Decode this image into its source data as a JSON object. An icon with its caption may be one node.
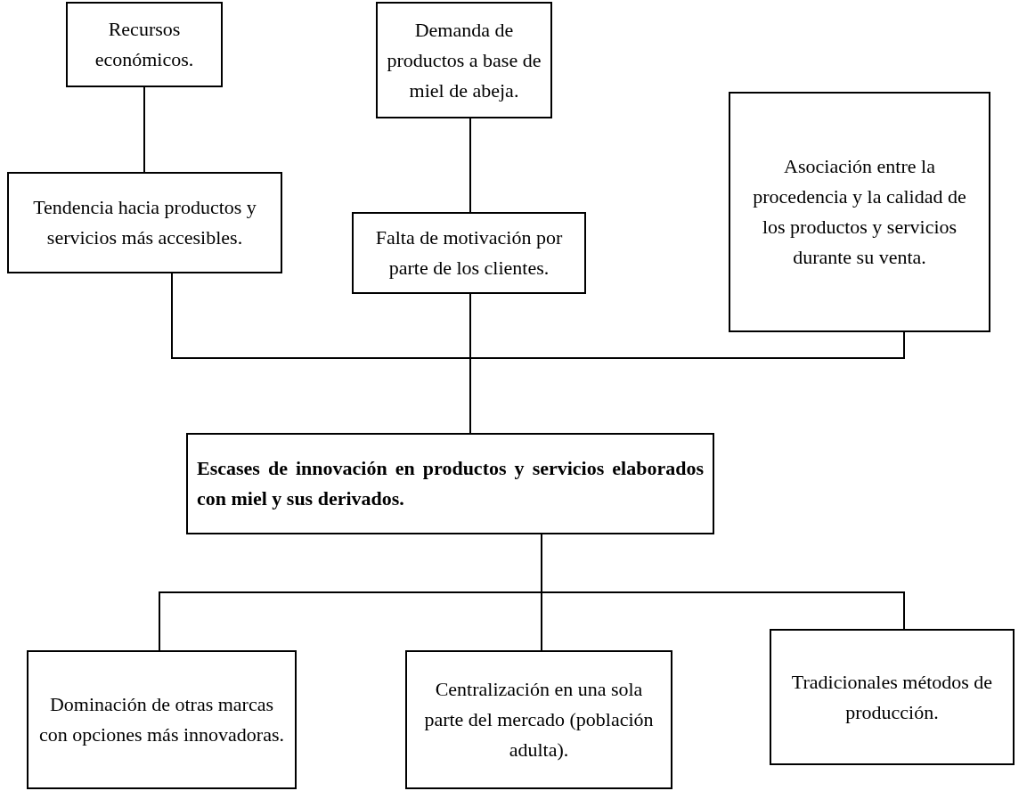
{
  "diagram": {
    "nodes": [
      {
        "text": [
          "Recursos económicos."
        ]
      },
      {
        "text": [
          "Tendencia hacia productos y servicios más accesibles."
        ]
      },
      {
        "text": [
          "Demanda de productos a base de miel de abeja."
        ]
      },
      {
        "text": [
          "Falta de motivación por parte de los clientes."
        ]
      },
      {
        "text": [
          "Asociación entre la procedencia y la calidad de los productos y servicios durante su venta."
        ]
      },
      {
        "text": [
          "Escases de innovación en productos y servicios elaborados con miel y sus derivados."
        ]
      },
      {
        "text": [
          "Dominación de otras marcas con opciones más innovadoras."
        ]
      },
      {
        "text": [
          "Centralización en una sola parte del mercado (población adulta)."
        ]
      },
      {
        "text": [
          "Tradicionales métodos de producción."
        ]
      }
    ],
    "edges": [
      {
        "from": 0,
        "to": 1,
        "arrow": "none"
      },
      {
        "from": 2,
        "to": 3,
        "arrow": "none"
      },
      {
        "from": 1,
        "to": 5,
        "arrow": "none"
      },
      {
        "from": 3,
        "to": 5,
        "arrow": "none"
      },
      {
        "from": 4,
        "to": 5,
        "arrow": "none"
      },
      {
        "from": 5,
        "to": 6,
        "arrow": "none"
      },
      {
        "from": 5,
        "to": 7,
        "arrow": "none"
      },
      {
        "from": 5,
        "to": 8,
        "arrow": "none"
      }
    ]
  }
}
